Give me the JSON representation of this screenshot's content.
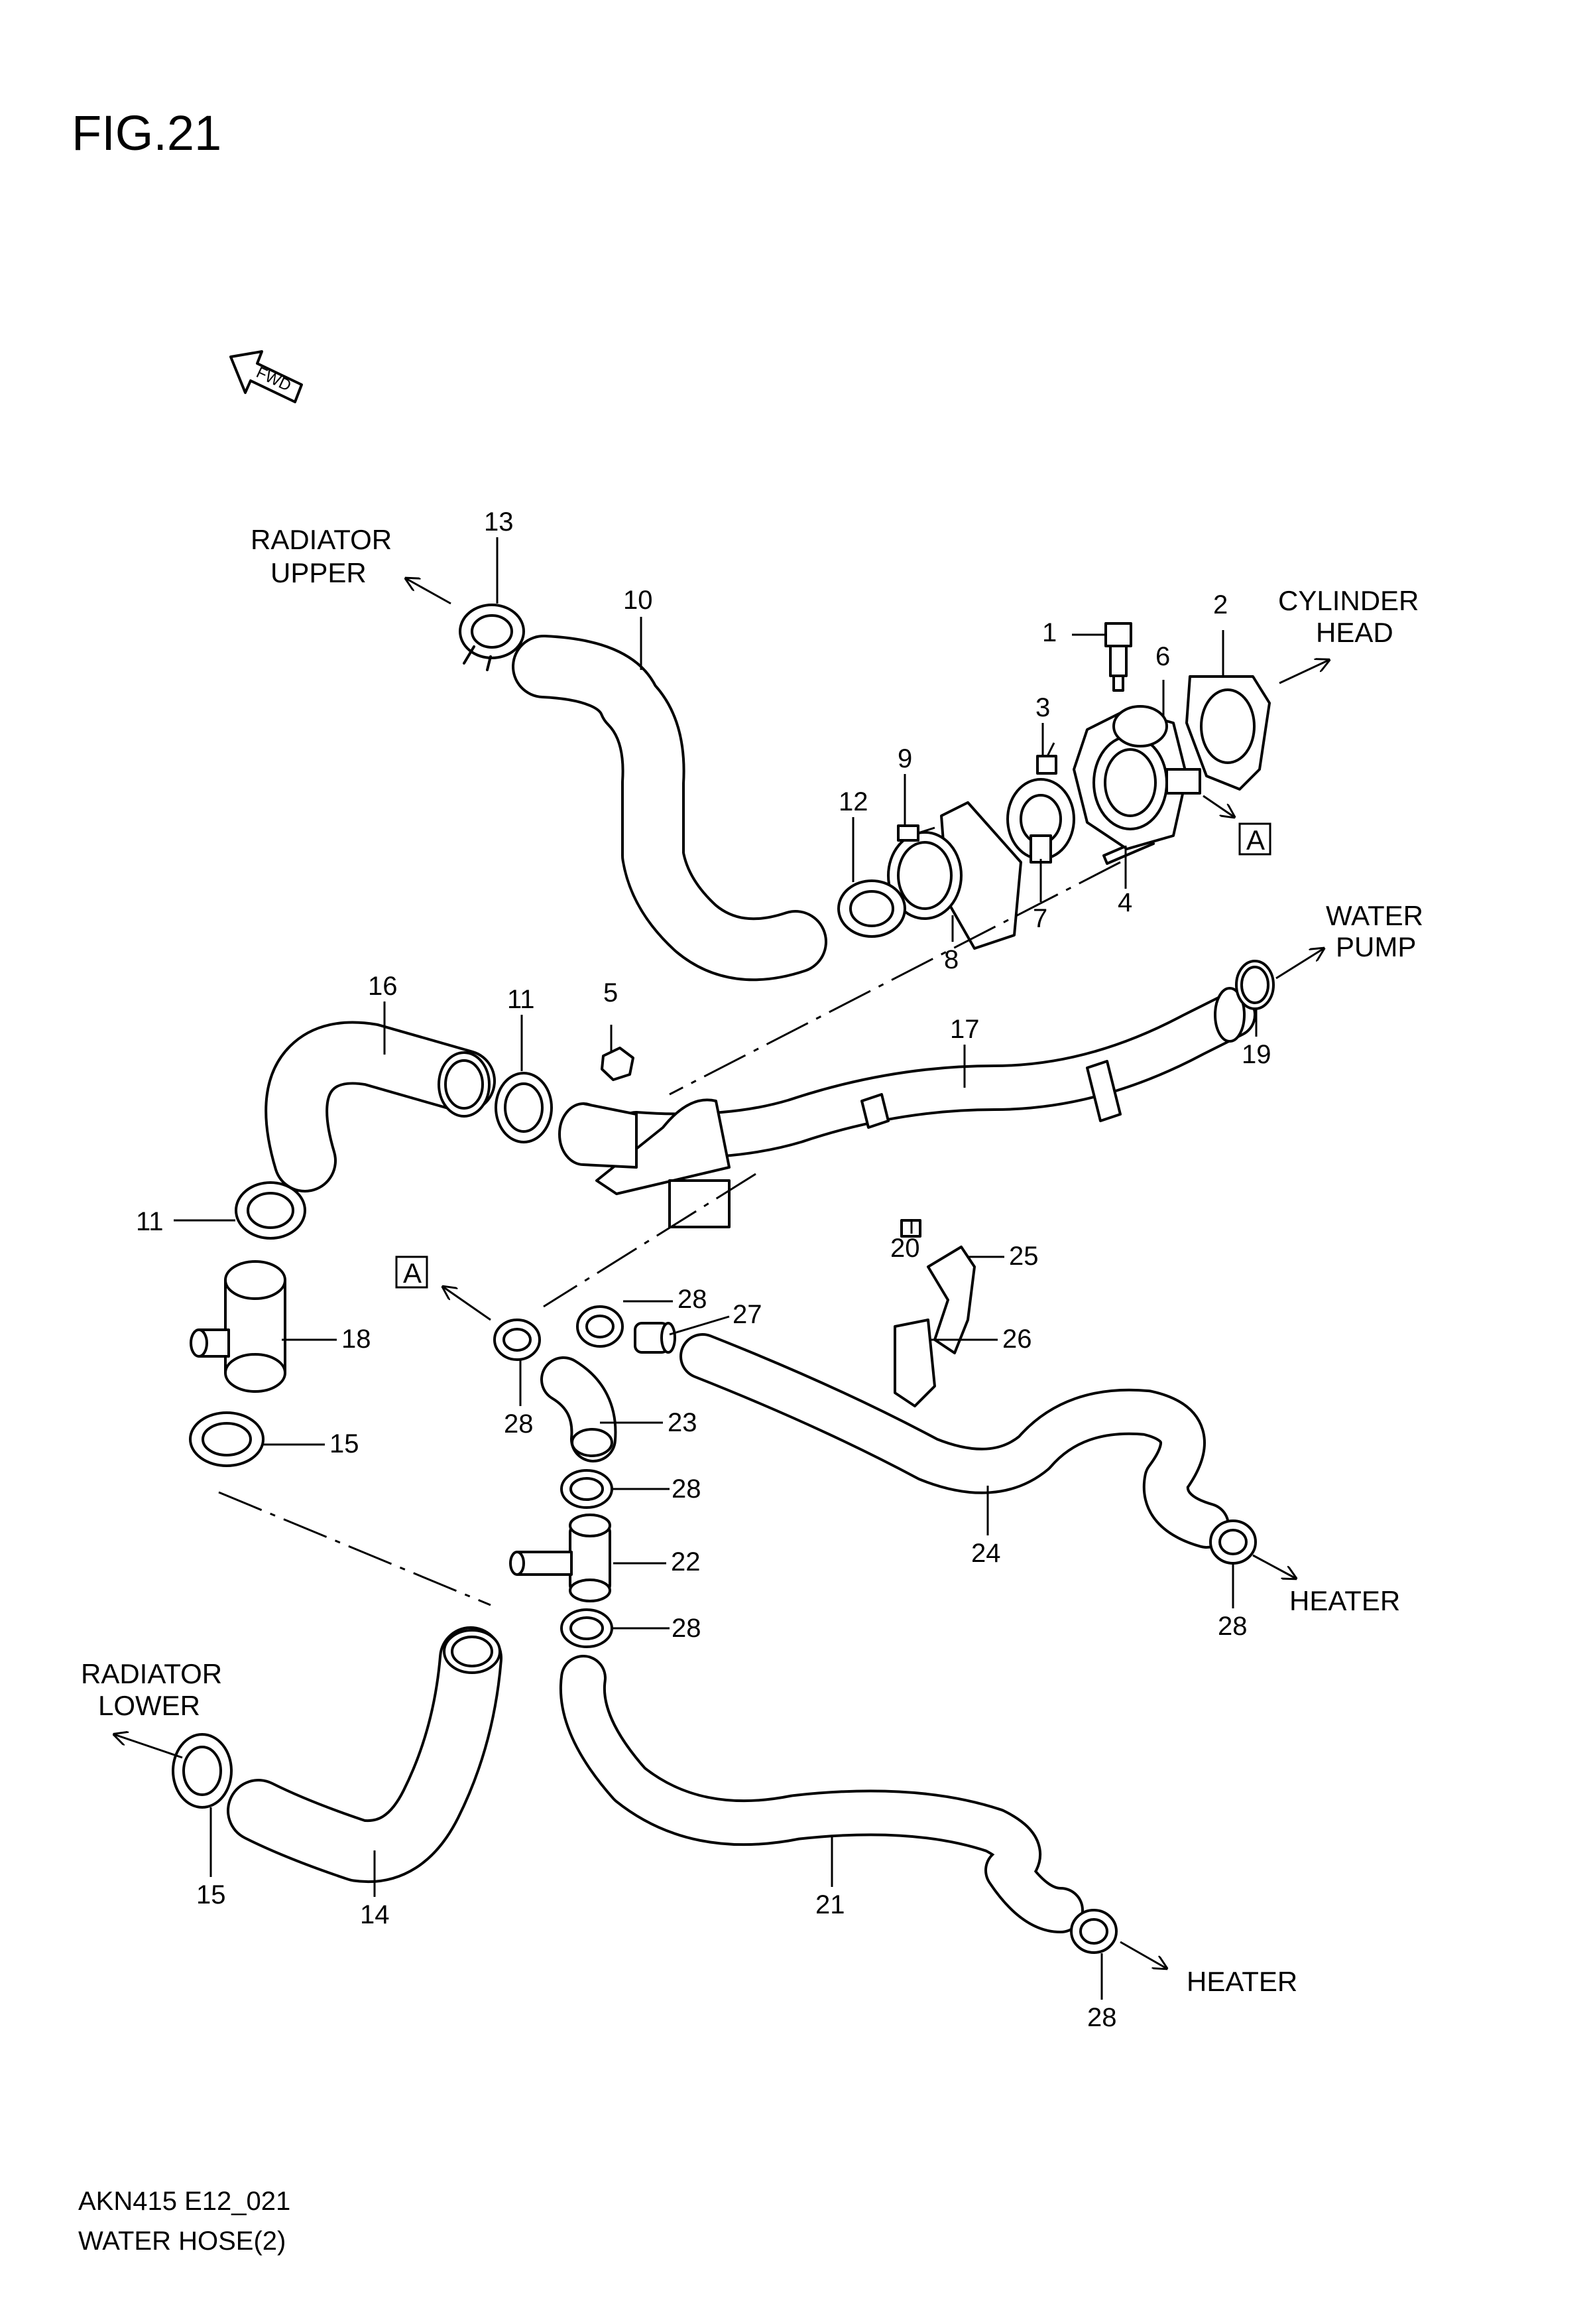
{
  "figure": {
    "title": "FIG.21",
    "fwd": "FWD"
  },
  "footer": {
    "code": "AKN415 E12_021",
    "name": "WATER HOSE(2)"
  },
  "labels": {
    "radiator_upper": [
      "RADIATOR",
      "UPPER"
    ],
    "radiator_lower": [
      "RADIATOR",
      "LOWER"
    ],
    "cylinder_head": [
      "CYLINDER",
      "HEAD"
    ],
    "water_pump": [
      "WATER",
      "PUMP"
    ],
    "heater": "HEATER",
    "ref_a": "A"
  },
  "callouts": {
    "c1": "1",
    "c2": "2",
    "c3": "3",
    "c4": "4",
    "c5": "5",
    "c6": "6",
    "c7": "7",
    "c8": "8",
    "c9": "9",
    "c10": "10",
    "c11": "11",
    "c12": "12",
    "c13": "13",
    "c14": "14",
    "c15": "15",
    "c16": "16",
    "c17": "17",
    "c18": "18",
    "c19": "19",
    "c20": "20",
    "c21": "21",
    "c22": "22",
    "c23": "23",
    "c24": "24",
    "c25": "25",
    "c26": "26",
    "c27": "27",
    "c28": "28"
  }
}
